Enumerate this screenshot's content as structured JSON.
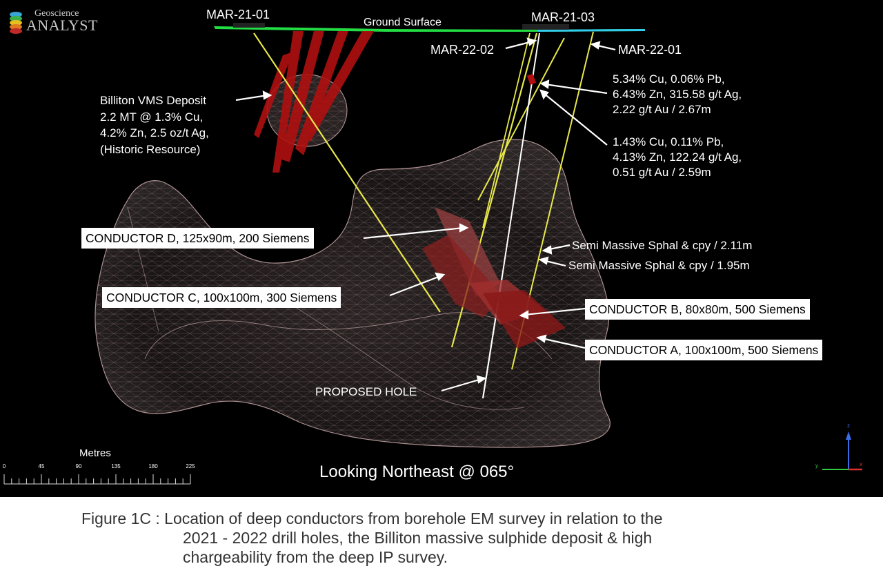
{
  "logo": {
    "line1": "Geoscience",
    "line2": "ANALYST"
  },
  "holes": {
    "mar_21_01": "MAR-21-01",
    "mar_21_03": "MAR-21-03",
    "mar_22_02": "MAR-22-02",
    "mar_22_01": "MAR-22-01",
    "ground_surface": "Ground Surface"
  },
  "deposit": {
    "text": "Billiton VMS Deposit\n2.2 MT @ 1.3% Cu,\n4.2% Zn, 2.5 oz/t Ag,\n(Historic Resource)"
  },
  "assays": {
    "upper": "5.34% Cu, 0.06% Pb,\n6.43% Zn, 315.58 g/t Ag,\n2.22 g/t Au / 2.67m",
    "lower": "1.43% Cu, 0.11% Pb,\n4.13% Zn, 122.24 g/t Ag,\n0.51 g/t Au / 2.59m"
  },
  "intercepts": {
    "upper": "Semi Massive Sphal & cpy / 2.11m",
    "lower": "Semi Massive Sphal & cpy / 1.95m"
  },
  "conductors": {
    "d": "CONDUCTOR D, 125x90m, 200 Siemens",
    "c": "CONDUCTOR C, 100x100m, 300 Siemens",
    "b": "CONDUCTOR B, 80x80m, 500 Siemens",
    "a": "CONDUCTOR A, 100x100m, 500 Siemens"
  },
  "proposed_hole": "PROPOSED HOLE",
  "scale": {
    "title": "Metres",
    "ticks": [
      "0",
      "45",
      "90",
      "135",
      "180",
      "225"
    ]
  },
  "view_direction": "Looking Northeast @ 065°",
  "caption": {
    "line1": "Figure 1C : Location of deep conductors from borehole EM survey in relation to the",
    "line2": "2021 - 2022 drill holes, the Billiton massive sulphide deposit & high",
    "line3": "chargeability from the deep IP survey."
  },
  "colors": {
    "background": "#000000",
    "drill_hole_yellow": "#e8e84a",
    "proposed_hole": "#ffffff",
    "deposit_red": "#b01010",
    "conductor_red": "#9a2020",
    "ground_surface": "#22dd44",
    "caption_text": "#333333"
  }
}
